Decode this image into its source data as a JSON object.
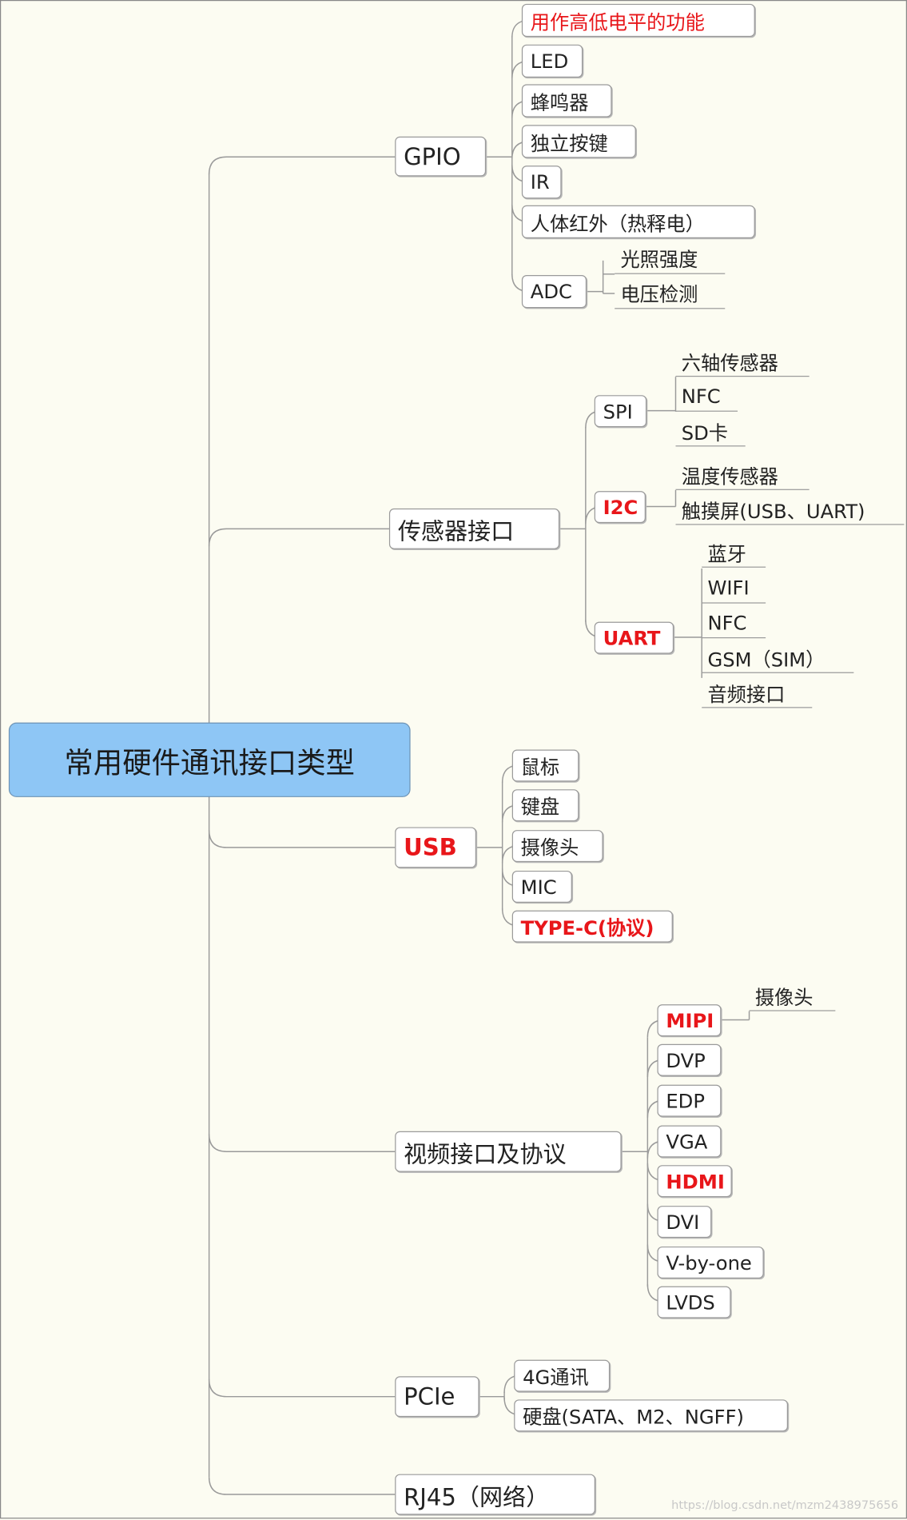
{
  "root": {
    "label": "常用硬件通讯接口类型"
  },
  "gpio": {
    "label": "GPIO",
    "children": [
      "用作高低电平的功能",
      "LED",
      "蜂鸣器",
      "独立按键",
      "IR",
      "人体红外（热释电）",
      "ADC"
    ],
    "adc_children": [
      "光照强度",
      "电压检测"
    ]
  },
  "sensor": {
    "label": "传感器接口",
    "spi": {
      "label": "SPI",
      "children": [
        "六轴传感器",
        "NFC",
        "SD卡"
      ]
    },
    "i2c": {
      "label": "I2C",
      "children": [
        "温度传感器",
        "触摸屏(USB、UART)"
      ]
    },
    "uart": {
      "label": "UART",
      "children": [
        "蓝牙",
        "WIFI",
        "NFC",
        "GSM（SIM）",
        "音频接口"
      ]
    }
  },
  "usb": {
    "label": "USB",
    "children": [
      "鼠标",
      "键盘",
      "摄像头",
      "MIC",
      "TYPE-C(协议)"
    ]
  },
  "video": {
    "label": "视频接口及协议",
    "children": [
      "MIPI",
      "DVP",
      "EDP",
      "VGA",
      "HDMI",
      "DVI",
      "V-by-one",
      "LVDS"
    ],
    "mipi_children": [
      "摄像头"
    ]
  },
  "pcie": {
    "label": "PCIe",
    "children": [
      "4G通讯",
      "硬盘(SATA、M2、NGFF)"
    ]
  },
  "rj45": {
    "label": "RJ45（网络）"
  },
  "watermark": "https://blog.csdn.net/mzm2438975656",
  "colors": {
    "highlight": "#e8161a",
    "root_fill": "#8ec6f5",
    "background": "#fcfcf2"
  }
}
